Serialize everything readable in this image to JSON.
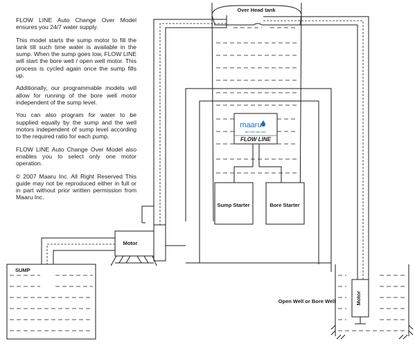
{
  "description": {
    "paragraphs": [
      "FLOW LINE Auto Change Over Model ensures you 24/7 water supply.",
      "This model starts the sump motor to fill the tank till such time water is available in the sump. When the sump goes low, FLOW LINE will start the bore well / open well motor. This process is cycled again once the sump fills up.",
      "Additionally, our programmable models will allow for running of the bore well motor independent of the sump level.",
      "You can also program for water to be supplied equally by the sump and the well motors independent of sump level according to the required ratio for each pump.",
      "FLOW LINE Auto Change Over Model also enables you to select only one motor operation.",
      "© 2007 Maaru Inc. All Right Reserved This guide may not be reproduced either in full or in part without prior written permission from Maaru Inc."
    ]
  },
  "diagram": {
    "tank_label": "Over Head tank",
    "brand": {
      "name": "maaru",
      "tagline": "BEYOND BELONG",
      "product": "FLOW LINE",
      "accent_color": "#1e6fb5"
    },
    "sump_starter_label": "Sump Starter",
    "bore_starter_label": "Bore Starter",
    "motor_label": "Motor",
    "sump_label": "SUMP",
    "well_label": "Open Well or Bore Well",
    "well_motor_label": "Motor"
  }
}
